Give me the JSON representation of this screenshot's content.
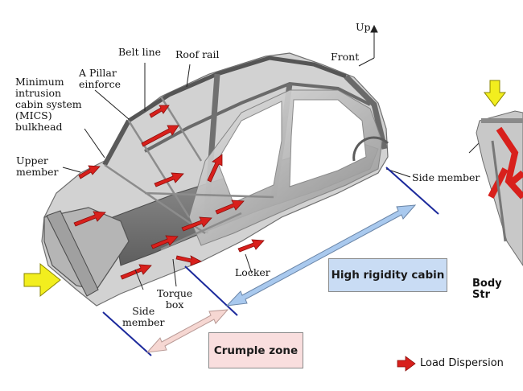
{
  "labels": {
    "up": "Up",
    "front": "Front",
    "belt_line": "Belt line",
    "roof_rail": "Roof rail",
    "a_pillar": "A Pillar\neinforce",
    "mics": "Minimum\nintrusion\ncabin system\n(MICS)\nbulkhead",
    "upper_member": "Upper\nmember",
    "side_member_right": "Side member",
    "side_member_bottom": "Side\nmember",
    "torque_box": "Torque\nbox",
    "locker": "Locker",
    "body_str": "Body Str"
  },
  "boxes": {
    "high_rigidity_cabin": "High rigidity cabin",
    "crumple_zone": "Crumple zone"
  },
  "legend": {
    "load_dispersion": "Load Dispersion"
  },
  "colors": {
    "load_arrow": "#d8201c",
    "impact_arrow": "#f2ee1e",
    "cabin_fill": "#c9dcf4",
    "crumple_fill": "#f9dede",
    "zone_line": "#1c2a9c",
    "frame_metal": "#9a9a9a"
  }
}
